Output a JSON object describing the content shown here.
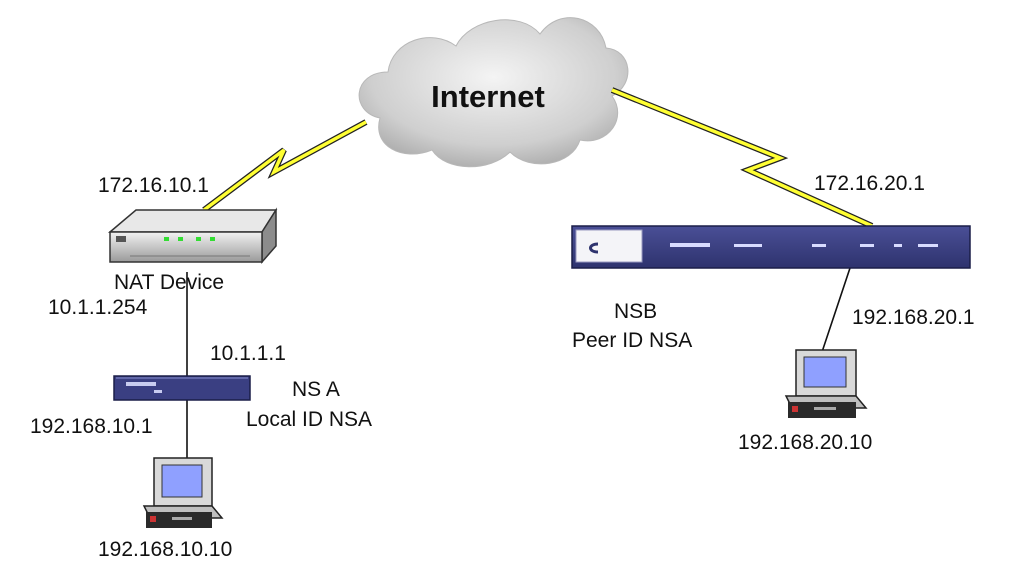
{
  "cloud": {
    "label": "Internet"
  },
  "nat_device": {
    "label": "NAT Device",
    "wan_ip": "172.16.10.1",
    "lan_ip": "10.1.1.254"
  },
  "ns_a": {
    "name": "NS A",
    "local_id": "Local ID NSA",
    "outside_ip": "10.1.1.1",
    "inside_ip": "192.168.10.1"
  },
  "host_a": {
    "ip": "192.168.10.10"
  },
  "ns_b": {
    "name": "NSB",
    "peer_id": "Peer ID NSA",
    "outside_ip": "172.16.20.1",
    "inside_ip": "192.168.20.1"
  },
  "host_b": {
    "ip": "192.168.20.10"
  },
  "colors": {
    "lightning": "#ffff33",
    "device_blue": "#3a3f82",
    "cloud": "#d2d2d2",
    "screen": "#8fa0ff"
  }
}
